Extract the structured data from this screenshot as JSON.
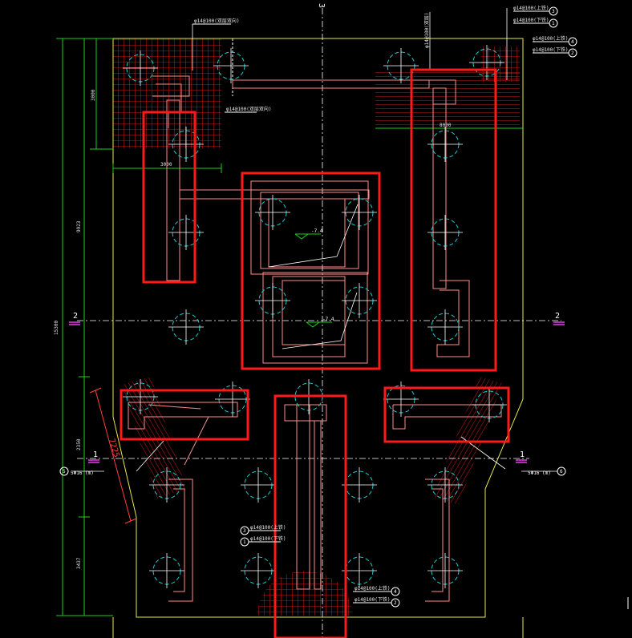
{
  "drawing": {
    "top_marker": "3",
    "axis_2_left": "2",
    "axis_2_right": "2",
    "axis_1_left": "1",
    "axis_1_right": "1",
    "dim_total": "15300",
    "dim_upper": "9923",
    "dim_mid": "2350",
    "dim_lower": "3437",
    "dim_3000_vertical": "3000",
    "dim_3000_horizontal": "3000",
    "dim_8000": "8000",
    "dim_diagonal": "7225",
    "level_1": "-7.4",
    "level_2": "-7.4",
    "callout_5_tag": "5",
    "callout_5_text": "5Φ16 (m)",
    "callout_6_tag": "6",
    "callout_6_text": "5Φ16 (m)"
  },
  "notes": {
    "top_left_note": "φ14@100(双层双向)",
    "mid_left_note": "φ14@100(双层双向)",
    "top_vertical_note": "φ14@100(双层)",
    "top_right_1": "φ14@100(上铁)",
    "top_right_2": "φ14@100(下铁)",
    "top_right_3": "φ14@100(上铁)",
    "top_right_4": "φ14@100(下铁)",
    "bottom_mid_1": "φ14@100(上铁)",
    "bottom_mid_2": "φ14@100(下铁)",
    "bottom_right_1": "φ14@100(上铁)",
    "bottom_right_2": "φ14@100(下铁)"
  },
  "tags": {
    "tr_1": "3",
    "tr_2": "1",
    "tr_3": "4",
    "tr_4": "2",
    "bm_1": "3",
    "bm_2": "1",
    "br_1": "4",
    "br_2": "2"
  },
  "colors": {
    "background": "#000000",
    "outline": "#e8e84a",
    "wall": "#ff8a8a",
    "rebar": "#ff2020",
    "pile": "#1ec8d0",
    "centerline": "#ffffff",
    "dimension": "#18d218",
    "highlight": "#ff1a1a",
    "axis_tick": "#ff40ff"
  },
  "legend_icons": [
    "pile-circle-icon",
    "axis-bubble-icon",
    "level-mark-icon"
  ]
}
